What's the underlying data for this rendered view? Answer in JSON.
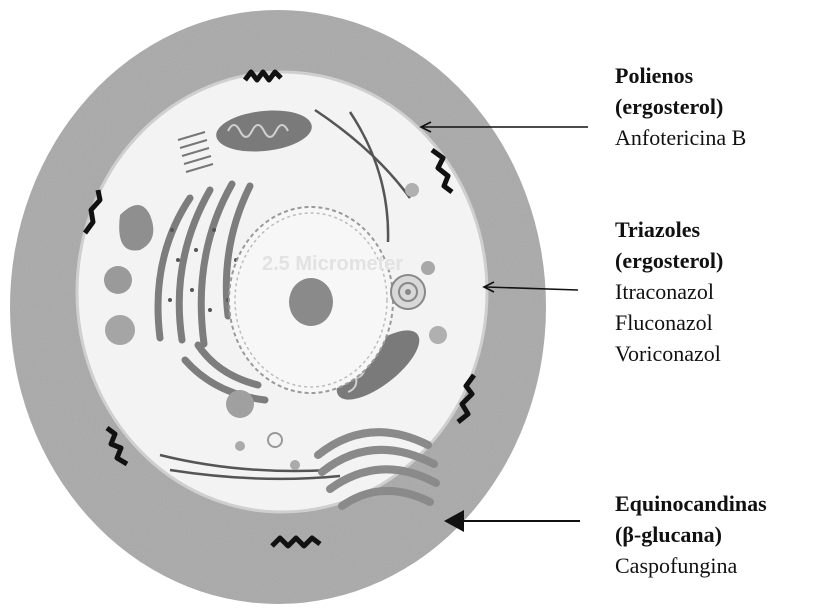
{
  "diagram": {
    "subject": "fungal-cell-antifungal-targets",
    "watermark": "2.5 Micrometer",
    "colors": {
      "cell_wall": "#a9a9a9",
      "cytoplasm": "#f4f4f4",
      "organelle_dark": "#6f6f6f",
      "organelle_mid": "#9a9a9a",
      "text": "#111111"
    },
    "labels": [
      {
        "id": "polienos",
        "title": "Polienos",
        "target": "(ergosterol)",
        "drugs": [
          "Anfotericina B"
        ]
      },
      {
        "id": "triazoles",
        "title": "Triazoles",
        "target": "(ergosterol)",
        "drugs": [
          "Itraconazol",
          "Fluconazol",
          "Voriconazol"
        ]
      },
      {
        "id": "equinocandinas",
        "title": "Equinocandinas",
        "target": "(β-glucana)",
        "drugs": [
          "Caspofungina"
        ]
      }
    ]
  }
}
